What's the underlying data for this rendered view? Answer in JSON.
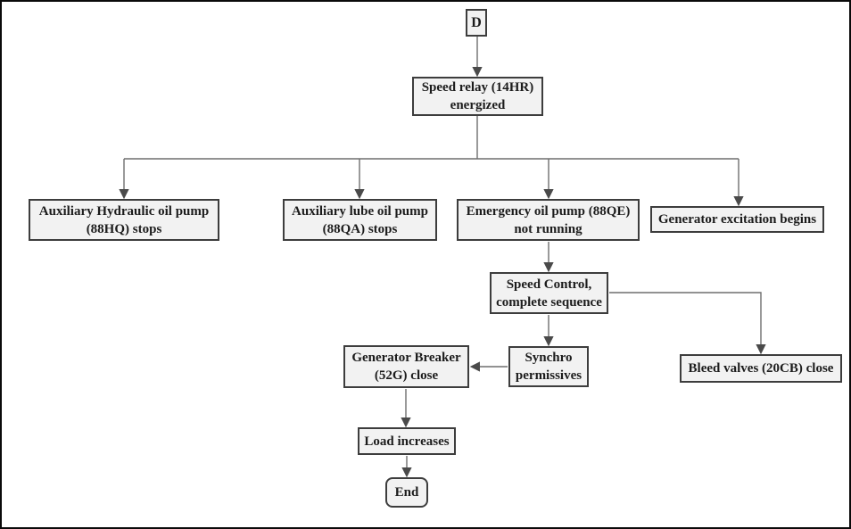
{
  "diagram": {
    "nodes": {
      "start": {
        "label": "D"
      },
      "speed_relay": {
        "label": "Speed relay (14HR)\nenergized"
      },
      "aux_hydraulic": {
        "label": "Auxiliary Hydraulic oil pump\n(88HQ) stops"
      },
      "aux_lube": {
        "label": "Auxiliary lube oil pump\n(88QA) stops"
      },
      "emergency": {
        "label": "Emergency oil pump (88QE)\nnot running"
      },
      "gen_excitation": {
        "label": "Generator excitation begins"
      },
      "speed_control": {
        "label": "Speed Control,\ncomplete sequence"
      },
      "synchro": {
        "label": "Synchro\npermissives"
      },
      "bleed_valves": {
        "label": "Bleed valves (20CB) close"
      },
      "gen_breaker": {
        "label": "Generator Breaker\n(52G) close"
      },
      "load_increases": {
        "label": "Load increases"
      },
      "end": {
        "label": "End"
      }
    },
    "edges": [
      {
        "from": "start",
        "to": "speed_relay"
      },
      {
        "from": "speed_relay",
        "to": "aux_hydraulic"
      },
      {
        "from": "speed_relay",
        "to": "aux_lube"
      },
      {
        "from": "speed_relay",
        "to": "emergency"
      },
      {
        "from": "speed_relay",
        "to": "gen_excitation"
      },
      {
        "from": "emergency",
        "to": "speed_control"
      },
      {
        "from": "speed_control",
        "to": "bleed_valves"
      },
      {
        "from": "speed_control",
        "to": "synchro"
      },
      {
        "from": "synchro",
        "to": "gen_breaker"
      },
      {
        "from": "gen_breaker",
        "to": "load_increases"
      },
      {
        "from": "load_increases",
        "to": "end"
      }
    ],
    "colors": {
      "node_fill": "#f2f2f2",
      "node_border": "#3d3d3d",
      "connector": "#6e6e6e",
      "arrowhead": "#4a4a4a",
      "text": "#1c1c1c",
      "frame": "#0a0a0a",
      "background": "#ffffff"
    }
  }
}
